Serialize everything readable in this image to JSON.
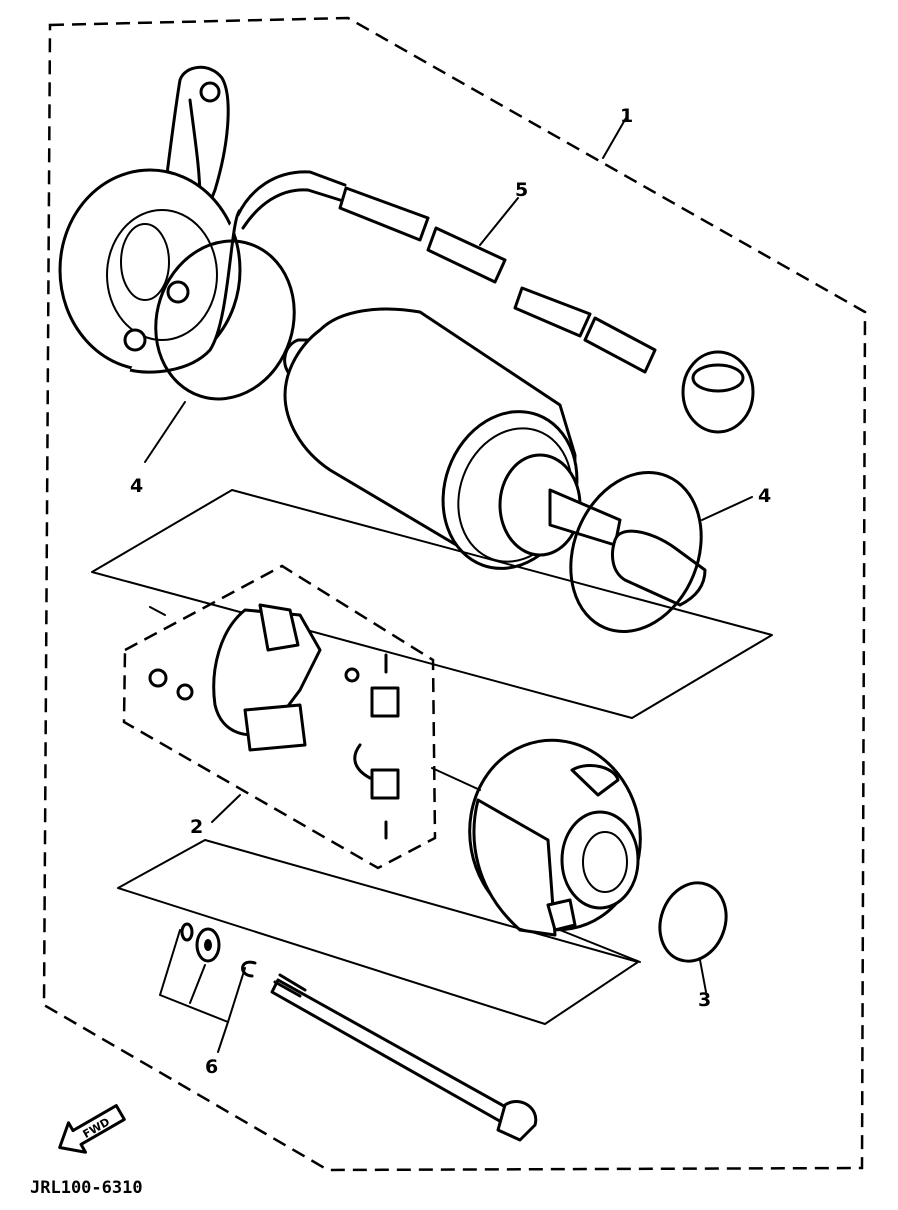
{
  "callouts": {
    "c1": "1",
    "c2": "2",
    "c3": "3",
    "c4a": "4",
    "c4b": "4",
    "c5": "5",
    "c6": "6"
  },
  "fwd_label": "FWD",
  "diagram_code": "JRL100-6310"
}
